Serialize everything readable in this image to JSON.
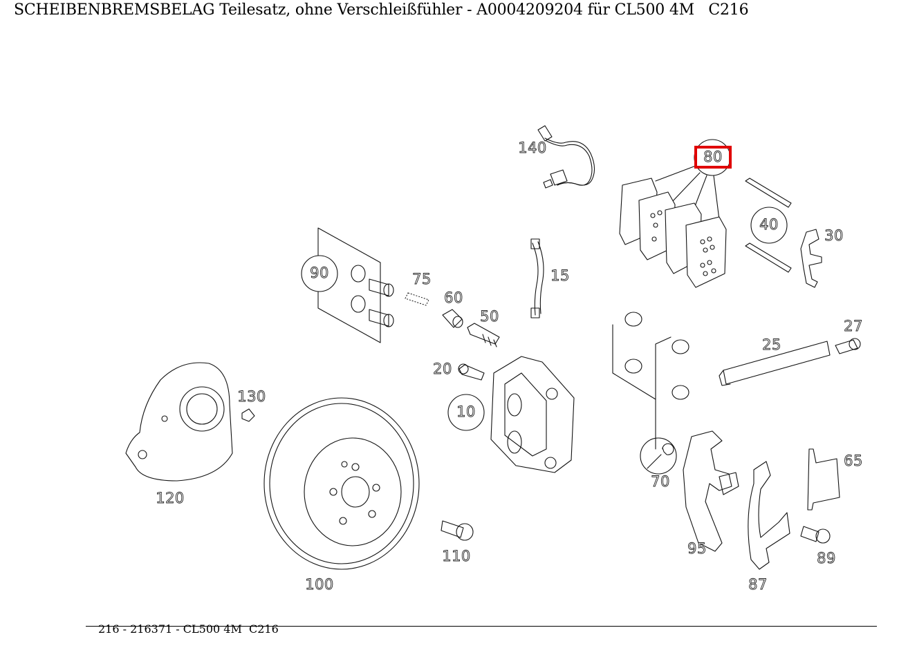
{
  "page": {
    "title": "SCHEIBENBREMSBELAG Teilesatz, ohne Verschleißfühler - A0004209204 für CL500 4M   C216",
    "footer": "216 - 216371 - CL500 4M  C216"
  },
  "highlight": {
    "part": "80",
    "color": "#e00000"
  },
  "part_labels": {
    "p140": "140",
    "p80": "80",
    "p40": "40",
    "p30": "30",
    "p90": "90",
    "p75": "75",
    "p60": "60",
    "p50": "50",
    "p15": "15",
    "p27": "27",
    "p25": "25",
    "p20": "20",
    "p10": "10",
    "p130": "130",
    "p120": "120",
    "p70": "70",
    "p65": "65",
    "p95": "95",
    "p89": "89",
    "p87": "87",
    "p100": "100",
    "p110": "110"
  }
}
